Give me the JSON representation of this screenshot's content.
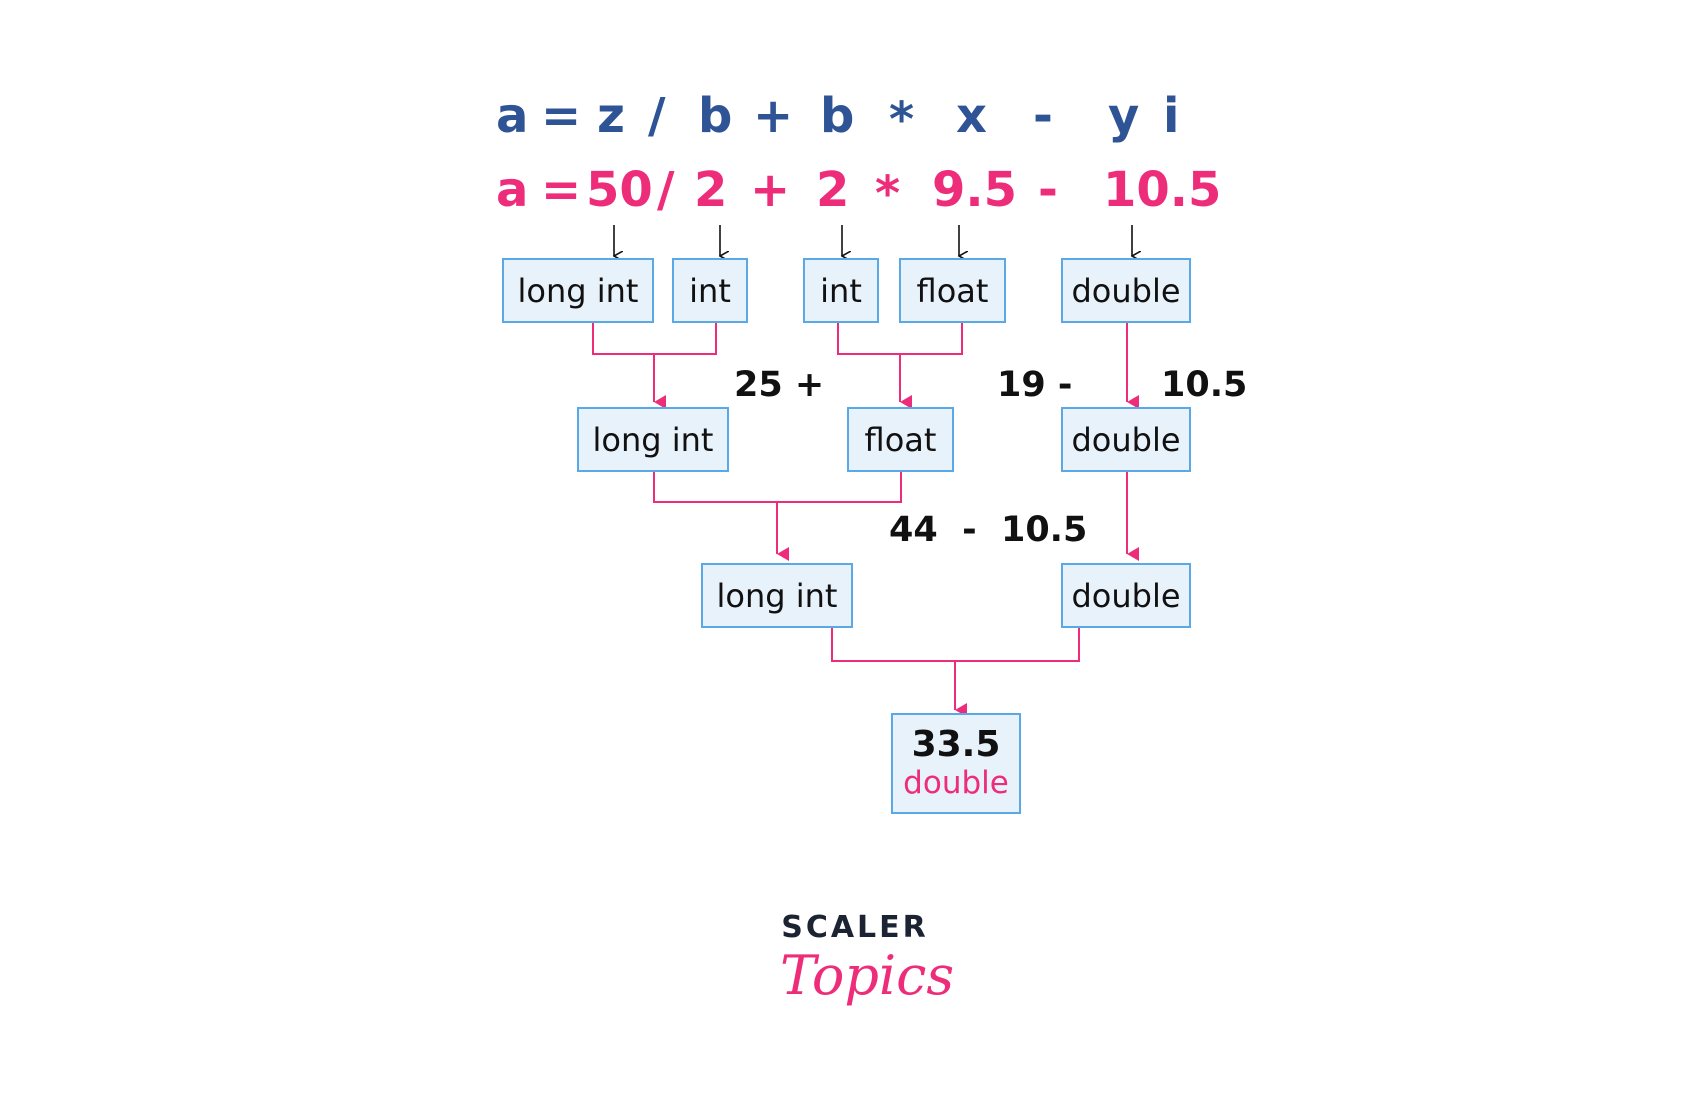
{
  "expression_vars": [
    "a",
    "=",
    "z",
    "/",
    "b",
    "+",
    "b",
    "*",
    "x",
    "-",
    "y",
    "i"
  ],
  "expression_vals": [
    "a",
    "=",
    "50",
    "/",
    "2",
    "+",
    "2",
    "*",
    "9.5",
    "-",
    "10.5"
  ],
  "level1": [
    "long int",
    "int",
    "int",
    "float",
    "double"
  ],
  "level2": [
    "long int",
    "float",
    "double"
  ],
  "level3": [
    "long int",
    "double"
  ],
  "mid_labels": {
    "a": "25 +",
    "b": "19 -",
    "c": "10.5",
    "d": "44  -  10.5"
  },
  "result": {
    "value": "33.5",
    "type": "double"
  },
  "logo": {
    "top": "SCALER",
    "bottom": "Topics"
  },
  "colors": {
    "variable": "#2f5496",
    "value": "#ee2d7a",
    "arrow": "#ee2d7a",
    "box_fill": "#e8f2fb",
    "box_border": "#5aa9e6"
  }
}
